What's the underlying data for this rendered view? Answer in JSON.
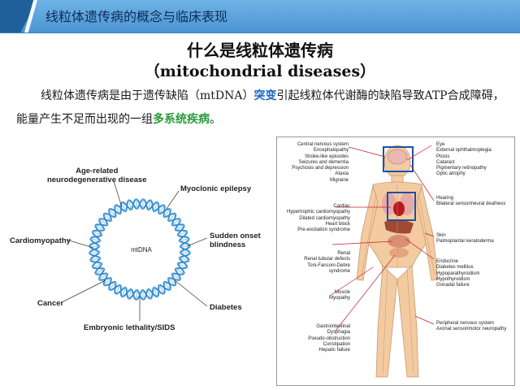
{
  "header": {
    "title": "线粒体遗传病的概念与临床表现"
  },
  "main_title": "什么是线粒体遗传病",
  "sub_title": "（mitochondrial diseases）",
  "paragraph": {
    "p1": "线粒体遗传病是由于遗传缺陷（mtDNA）",
    "p2": "突变",
    "p3": "引起线粒体代谢酶的缺陷导致ATP合成障碍，能量产生不足而出现的一组",
    "p4": "多系统疾病",
    "p5": "。"
  },
  "left_diagram": {
    "center": "mtDNA",
    "labels": {
      "age": "Age-related\nneurodegenerative disease",
      "myoclonic": "Myoclonic epilepsy",
      "sudden": "Sudden onset\nblindness",
      "cardio": "Cardiomyopathy",
      "diabetes": "Diabetes",
      "cancer": "Cancer",
      "embryonic": "Embryonic lethality/SIDS"
    }
  },
  "right_panel": {
    "left_texts": {
      "cns": "Central nervous system\nEncephalopathy\nStroke-like episodes\nSeizures and dementia\nPsychosis and depression\nAtaxia\nMigraine",
      "cardiac": "Cardiac\nHypertrophic cardiomyopathy\nDilated cardiomyopathy\nHeart block\nPre-excitation syndrome",
      "renal": "Renal\nRenal tubular defects\nToni-Fanconi-Debre\nsyndrome",
      "muscle": "Muscle\nMyopathy",
      "gi": "Gastrointestinal\nDysphagia\nPseudo-obstruction\nConstipation\nHepatic failure"
    },
    "right_texts": {
      "eye": "Eye\nExternal ophthalmoplegia\nPtosis\nCataract\nPigmentary retinopathy\nOptic atrophy",
      "hearing": "Hearing\nBilateral sensorineural deafness",
      "skin": "Skin\nPalmoplantar keratoderma",
      "endocrine": "Endocrine\nDiabetes mellitus\nHypoparathyroidism\nHypothyroidism\nGonadal failure",
      "pns": "Peripheral nervous system\nAxonal sensorimotor neuropathy"
    }
  },
  "colors": {
    "header": "#4b95d3",
    "accent": "#1f5f9c",
    "green": "#2a9a3a",
    "blue": "#1b66c8",
    "helix": "#3a8fd0"
  }
}
